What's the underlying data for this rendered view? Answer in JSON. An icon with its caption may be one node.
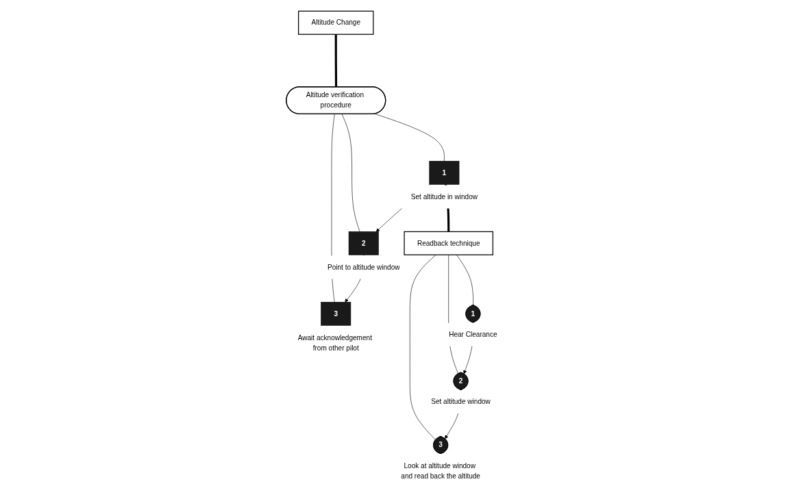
{
  "diagram": {
    "nodes": [
      {
        "text": [
          "Altitude Change"
        ]
      },
      {
        "text": [
          "Altitude verification procedure"
        ]
      },
      {
        "text": [
          "Readback technique"
        ]
      },
      {
        "text": [
          "1"
        ],
        "beside": [
          "Set altitude in window"
        ]
      },
      {
        "text": [
          "2"
        ],
        "beside": [
          "Point to altitude window"
        ]
      },
      {
        "text": [
          "3"
        ],
        "beside": [
          "Await acknowledgement from other pilot"
        ]
      },
      {
        "text": [
          "1"
        ],
        "beside": [
          "Hear Clearance"
        ]
      },
      {
        "text": [
          "2"
        ],
        "beside": [
          "Set altitude window"
        ]
      },
      {
        "text": [
          "3"
        ],
        "beside": [
          "Look at altitude window and read back the altitude"
        ]
      }
    ],
    "edges": [
      {
        "from": 0,
        "to": 1,
        "arrow": "none",
        "style": "thick"
      },
      {
        "from": 1,
        "to": 3,
        "arrow": "none"
      },
      {
        "from": 1,
        "to": 4,
        "arrow": "none"
      },
      {
        "from": 1,
        "to": 5,
        "arrow": "none"
      },
      {
        "from": 3,
        "to": 2,
        "arrow": "none",
        "style": "thick"
      },
      {
        "from": 2,
        "to": 6,
        "arrow": "none"
      },
      {
        "from": 2,
        "to": 7,
        "arrow": "none"
      },
      {
        "from": 2,
        "to": 8,
        "arrow": "none"
      },
      {
        "from": 3,
        "to": 4,
        "arrow": "to"
      },
      {
        "from": 4,
        "to": 5,
        "arrow": "to"
      },
      {
        "from": 6,
        "to": 7,
        "arrow": "to"
      },
      {
        "from": 7,
        "to": 8,
        "arrow": "to"
      }
    ]
  }
}
